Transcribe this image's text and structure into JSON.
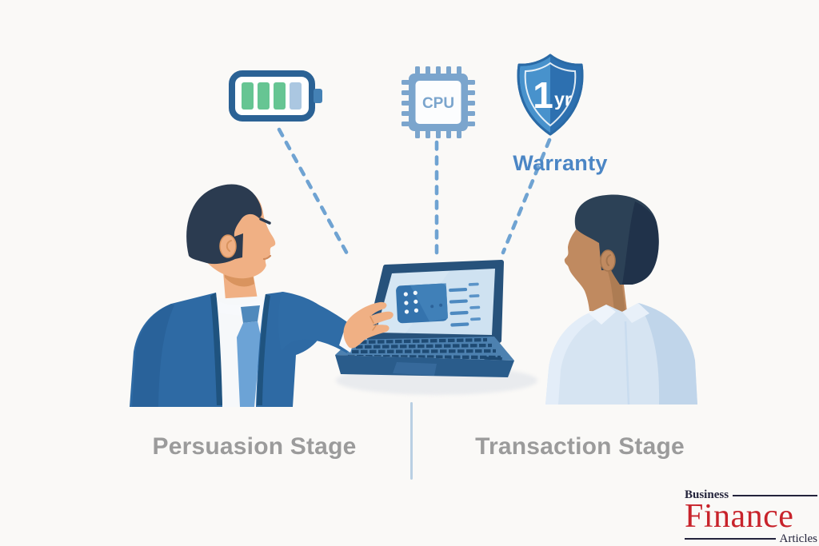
{
  "features": {
    "battery": {
      "icon": "battery-icon",
      "bars_total": 4,
      "bars_full": 3,
      "bars_empty": 1
    },
    "cpu": {
      "icon": "cpu-icon",
      "label": "CPU"
    },
    "warranty": {
      "icon": "warranty-shield-icon",
      "duration": "1",
      "unit": "yr",
      "label": "Warranty"
    }
  },
  "stages": {
    "persuasion": "Persuasion Stage",
    "transaction": "Transaction Stage"
  },
  "logo": {
    "top": "Business",
    "name": "Finance",
    "bottom": "Articles"
  },
  "colors": {
    "background": "#faf9f7",
    "suit_blue": "#2e6aa4",
    "dash_blue": "#6fa3d2",
    "battery_green": "#66c593",
    "battery_outline": "#2b6295",
    "cpu_blue": "#7ba5cd",
    "shield_light": "#4892cc",
    "shield_dark": "#2d70b0",
    "warranty_text_blue": "#4b86c5",
    "stage_label_gray": "#9b9b9b",
    "divider_blue": "#b9cfe3",
    "logo_red": "#c8232b"
  }
}
